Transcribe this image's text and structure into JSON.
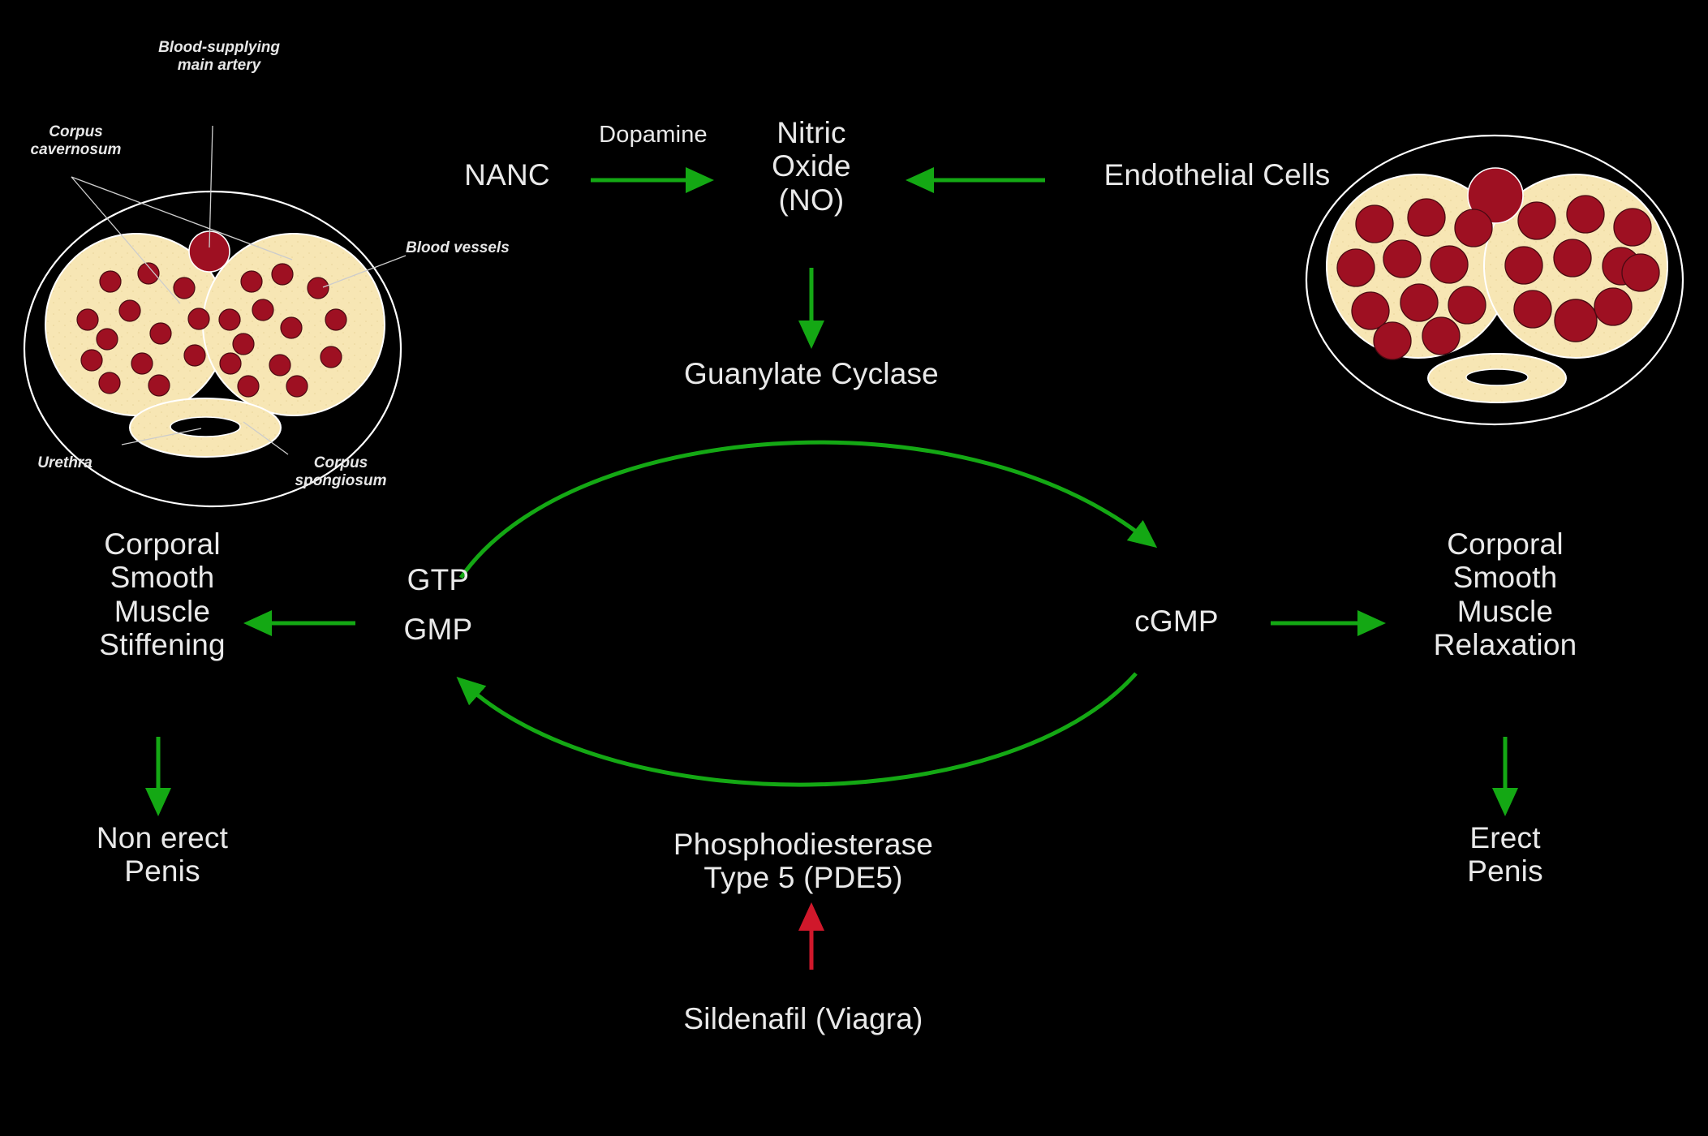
{
  "meta": {
    "background_color": "#000000",
    "text_color": "#e9e9e9",
    "arrow_green": "#14a814",
    "arrow_red": "#d0182b",
    "tissue_cream": "#f7e6b4",
    "vessel_red": "#9e1022",
    "outline_color": "#ffffff"
  },
  "anatomy_left": {
    "name": "flaccid-penis-cross-section",
    "labels": {
      "artery": "Blood-supplying\nmain artery",
      "corpus_cavernosum": "Corpus\ncavernosum",
      "blood_vessels": "Blood vessels",
      "urethra": "Urethra",
      "corpus_spongiosum": "Corpus\nspongiosum"
    }
  },
  "anatomy_right": {
    "name": "erect-penis-cross-section",
    "labels": {}
  },
  "pathway": {
    "nanc": "NANC",
    "dopamine": "Dopamine",
    "nitric_oxide": "Nitric\nOxide\n(NO)",
    "endothelial_cells": "Endothelial Cells",
    "guanylate_cyclase": "Guanylate Cyclase",
    "gtp": "GTP",
    "gmp": "GMP",
    "cgmp": "cGMP",
    "pde5": "Phosphodiesterase\nType 5 (PDE5)",
    "sildenafil": "Sildenafil (Viagra)",
    "smooth_muscle_stiffening": "Corporal\nSmooth\nMuscle\nStiffening",
    "smooth_muscle_relaxation": "Corporal\nSmooth\nMuscle\nRelaxation",
    "non_erect_penis": "Non erect\nPenis",
    "erect_penis": "Erect\nPenis"
  },
  "arrows": [
    {
      "name": "arrow-nanc-to-no",
      "color": "#14a814",
      "label": "Dopamine"
    },
    {
      "name": "arrow-endothelial-to-no",
      "color": "#14a814"
    },
    {
      "name": "arrow-no-to-guanylate-cyclase",
      "color": "#14a814"
    },
    {
      "name": "arrow-gtp-to-cgmp",
      "color": "#14a814"
    },
    {
      "name": "arrow-cgmp-to-gmp",
      "color": "#14a814"
    },
    {
      "name": "arrow-gmp-to-stiffening",
      "color": "#14a814"
    },
    {
      "name": "arrow-cgmp-to-relaxation",
      "color": "#14a814"
    },
    {
      "name": "arrow-stiffening-to-non-erect",
      "color": "#14a814"
    },
    {
      "name": "arrow-relaxation-to-erect",
      "color": "#14a814"
    },
    {
      "name": "arrow-sildenafil-inhibits-pde5",
      "color": "#d0182b"
    }
  ]
}
